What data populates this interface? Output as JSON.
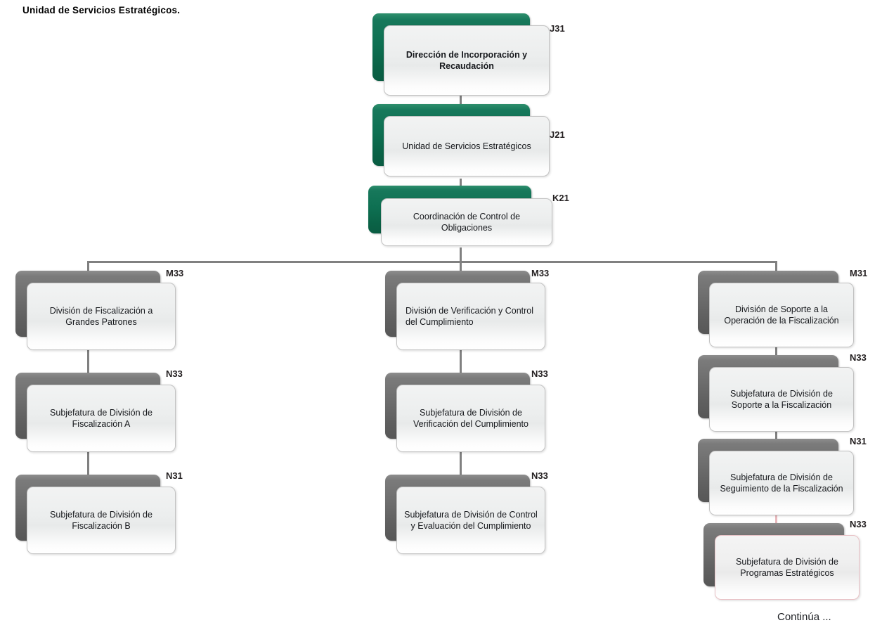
{
  "page": {
    "title": "Unidad de Servicios Estratégicos.",
    "footer_note": "Continúa ...",
    "colors": {
      "green_plate": "#0e7052",
      "gray_plate": "#6e6e6e",
      "card_fill": "#eceeee",
      "card_border": "#c2c2c2",
      "highlight_border": "#e9c2c6",
      "connector": "#808080",
      "connector_highlight": "#e9b9bd",
      "text": "#16181c"
    }
  },
  "chart_data": {
    "type": "diagram",
    "subtype": "org-chart",
    "title": "Unidad de Servicios Estratégicos.",
    "nodes": [
      {
        "id": "n1",
        "label": "Dirección de Incorporación y Recaudación",
        "code": "J31",
        "level": 0,
        "style": "green",
        "emphasis": "bold",
        "align": "center"
      },
      {
        "id": "n2",
        "label": "Unidad de Servicios Estratégicos",
        "code": "J21",
        "level": 1,
        "style": "green",
        "emphasis": "normal",
        "align": "center"
      },
      {
        "id": "n3",
        "label": "Coordinación de Control de Obligaciones",
        "code": "K21",
        "level": 2,
        "style": "green",
        "emphasis": "normal",
        "align": "center"
      },
      {
        "id": "n4",
        "label": "División de Fiscalización a Grandes Patrones",
        "code": "M33",
        "level": 3,
        "style": "gray",
        "emphasis": "normal",
        "align": "center",
        "column": "left"
      },
      {
        "id": "n5",
        "label": "Subjefatura de División de Fiscalización A",
        "code": "N33",
        "level": 4,
        "style": "gray",
        "emphasis": "normal",
        "align": "center",
        "column": "left"
      },
      {
        "id": "n6",
        "label": "Subjefatura de División de Fiscalización B",
        "code": "N31",
        "level": 5,
        "style": "gray",
        "emphasis": "normal",
        "align": "center",
        "column": "left"
      },
      {
        "id": "n7",
        "label": "División de Verificación y Control del Cumplimiento",
        "code": "M33",
        "level": 3,
        "style": "gray",
        "emphasis": "normal",
        "align": "left",
        "column": "center"
      },
      {
        "id": "n8",
        "label": "Subjefatura de División de Verificación del Cumplimiento",
        "code": "N33",
        "level": 4,
        "style": "gray",
        "emphasis": "normal",
        "align": "center",
        "column": "center"
      },
      {
        "id": "n9",
        "label": "Subjefatura de División de Control y Evaluación del Cumplimiento",
        "code": "N33",
        "level": 5,
        "style": "gray",
        "emphasis": "normal",
        "align": "center",
        "column": "center"
      },
      {
        "id": "n10",
        "label": "División de Soporte a la Operación de la Fiscalización",
        "code": "M31",
        "level": 3,
        "style": "gray",
        "emphasis": "normal",
        "align": "center",
        "column": "right"
      },
      {
        "id": "n11",
        "label": "Subjefatura de División de Soporte a la Fiscalización",
        "code": "N33",
        "level": 4,
        "style": "gray",
        "emphasis": "normal",
        "align": "center",
        "column": "right"
      },
      {
        "id": "n12",
        "label": "Subjefatura de División de Seguimiento de la Fiscalización",
        "code": "N31",
        "level": 5,
        "style": "gray",
        "emphasis": "normal",
        "align": "center",
        "column": "right"
      },
      {
        "id": "n13",
        "label": "Subjefatura de División de Programas Estratégicos",
        "code": "N33",
        "level": 6,
        "style": "gray",
        "emphasis": "normal",
        "align": "center",
        "column": "right",
        "highlighted": true
      }
    ],
    "edges": [
      {
        "from": "n1",
        "to": "n2",
        "highlighted": false
      },
      {
        "from": "n2",
        "to": "n3",
        "highlighted": false
      },
      {
        "from": "n3",
        "to": "n4",
        "highlighted": false
      },
      {
        "from": "n3",
        "to": "n7",
        "highlighted": false
      },
      {
        "from": "n3",
        "to": "n10",
        "highlighted": false
      },
      {
        "from": "n4",
        "to": "n5",
        "highlighted": false
      },
      {
        "from": "n5",
        "to": "n6",
        "highlighted": false
      },
      {
        "from": "n7",
        "to": "n8",
        "highlighted": false
      },
      {
        "from": "n8",
        "to": "n9",
        "highlighted": false
      },
      {
        "from": "n10",
        "to": "n11",
        "highlighted": false
      },
      {
        "from": "n11",
        "to": "n12",
        "highlighted": false
      },
      {
        "from": "n12",
        "to": "n13",
        "highlighted": true
      }
    ]
  }
}
